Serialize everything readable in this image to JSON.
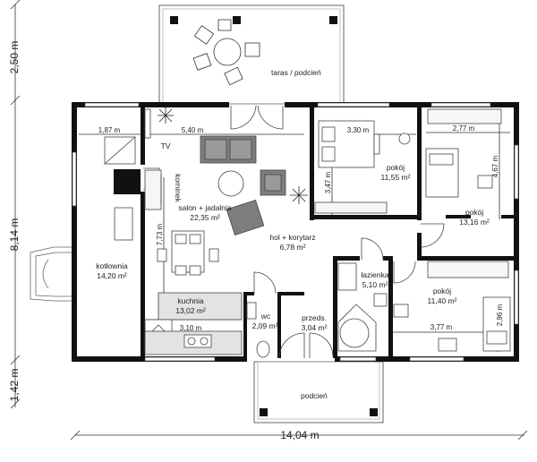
{
  "rooms": {
    "terrace": {
      "name": "taras / podcień"
    },
    "living": {
      "name": "salon + jadalnia",
      "area": "22,35 m²"
    },
    "kominek": {
      "name": "kominek"
    },
    "tv": {
      "name": "TV"
    },
    "hall": {
      "name": "hol + korytarz",
      "area": "6,78 m²"
    },
    "room1": {
      "name": "pokój",
      "area": "11,55 m²"
    },
    "room2": {
      "name": "pokój",
      "area": "13,16 m²"
    },
    "room3": {
      "name": "pokój",
      "area": "11,40 m²"
    },
    "boiler": {
      "name": "kotłownia",
      "area": "14,20 m²"
    },
    "kitchen": {
      "name": "kuchnia",
      "area": "13,02 m²"
    },
    "wc": {
      "name": "wc",
      "area": "2,09 m²"
    },
    "vestibule": {
      "name": "przeds.",
      "area": "3,04 m²"
    },
    "bathroom": {
      "name": "łazienka",
      "area": "5,10 m²"
    },
    "porch": {
      "name": "podcień"
    }
  },
  "dimensions": {
    "d_1_87": "1,87 m",
    "d_5_40": "5,40 m",
    "d_3_30": "3,30 m",
    "d_2_77": "2,77 m",
    "d_4_67": "4,67 m",
    "d_3_47": "3,47 m",
    "d_7_73": "7,73 m",
    "d_3_10": "3,10 m",
    "d_3_77": "3,77 m",
    "d_2_96": "2,96 m",
    "total_width": "14,04 m",
    "left_2_50": "2,50 m",
    "left_8_14": "8,14 m",
    "left_1_42": "1,42 m"
  },
  "colors": {
    "wall": "#111111",
    "line": "#555555",
    "kitchen_fill": "#e3e3e3",
    "furniture": "#7d7d7d",
    "dim_line": "#333333"
  }
}
